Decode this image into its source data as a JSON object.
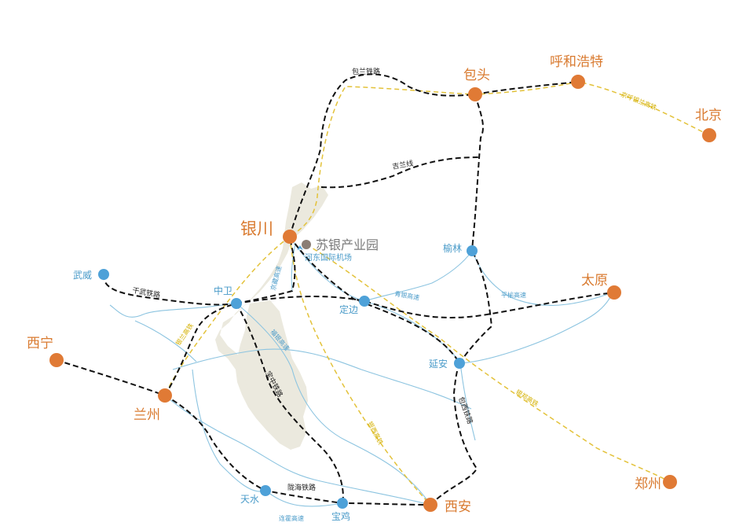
{
  "colors": {
    "major_city": "#e07a35",
    "minor_city": "#4ea1d8",
    "park": "#8a7d74",
    "railway": "#111111",
    "high_speed_rail": "#e3c23a",
    "river_highway": "#8cc4e0",
    "ningxia_region": "#eae8dc"
  },
  "cities": {
    "yinchuan": "银川",
    "baotou": "包头",
    "hohhot": "呼和浩特",
    "beijing": "北京",
    "taiyuan": "太原",
    "zhengzhou": "郑州",
    "xian": "西安",
    "lanzhou": "兰州",
    "xining": "西宁",
    "wuwei": "武威",
    "zhongwei": "中卫",
    "dingbian": "定边",
    "yulin": "榆林",
    "yanan": "延安",
    "tianshui": "天水",
    "baoji": "宝鸡"
  },
  "park": "苏银产业园",
  "airport": "河东国际机场",
  "railways": {
    "baolan": "包兰铁路",
    "jilan": "吉兰线",
    "gamwu": "干武铁路",
    "baozhong": "宝中铁路",
    "huxi": "包西铁路",
    "longhai": "陇海铁路"
  },
  "hsr": {
    "jingbao": "京呼银兰高铁",
    "yinlan": "银兰高铁",
    "yinxi": "银西高铁",
    "yinxiao": "银郑高铁"
  },
  "highways": {
    "jingzang": "京藏高速",
    "fuyin": "福银高速",
    "qingyin": "青银高速",
    "lianhuo": "连霍高速",
    "pingyu": "平榆高速"
  }
}
